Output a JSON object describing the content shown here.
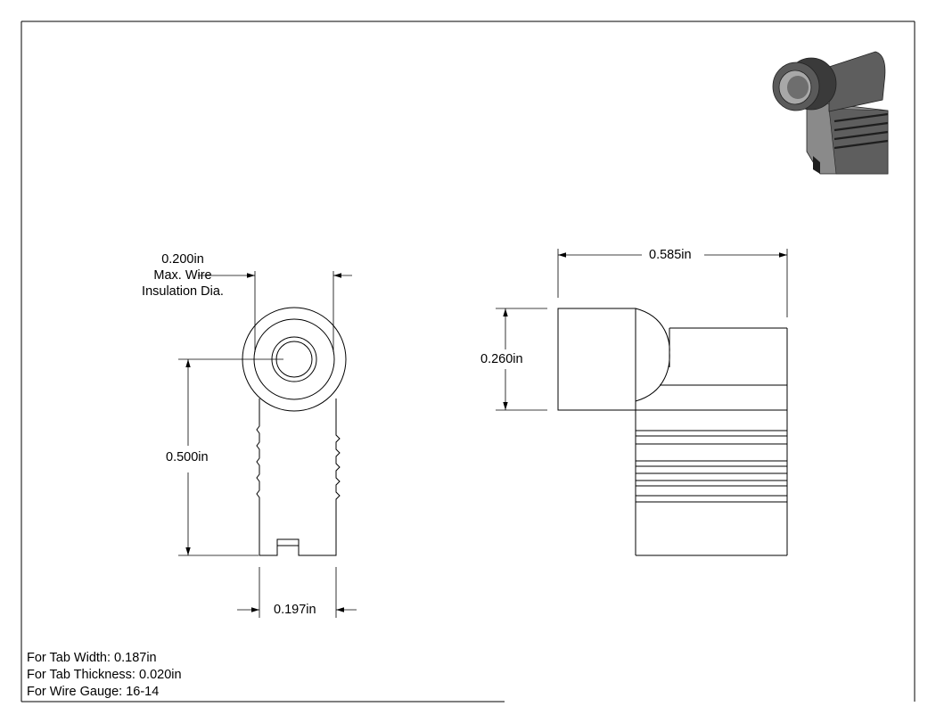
{
  "dimensions": {
    "insulation_dia_value": "0.200in",
    "insulation_dia_line1": "Max. Wire",
    "insulation_dia_line2": "Insulation Dia.",
    "height": "0.500in",
    "width": "0.197in",
    "side_width": "0.585in",
    "side_height": "0.260in"
  },
  "notes": {
    "tab_width": "For Tab Width: 0.187in",
    "tab_thickness": "For Tab Thickness: 0.020in",
    "wire_gauge": "For Wire Gauge: 16-14"
  },
  "colors": {
    "line": "#000000",
    "iso_dark": "#3a3a3a",
    "iso_mid": "#5e5e5e",
    "iso_light": "#8a8a8a"
  }
}
